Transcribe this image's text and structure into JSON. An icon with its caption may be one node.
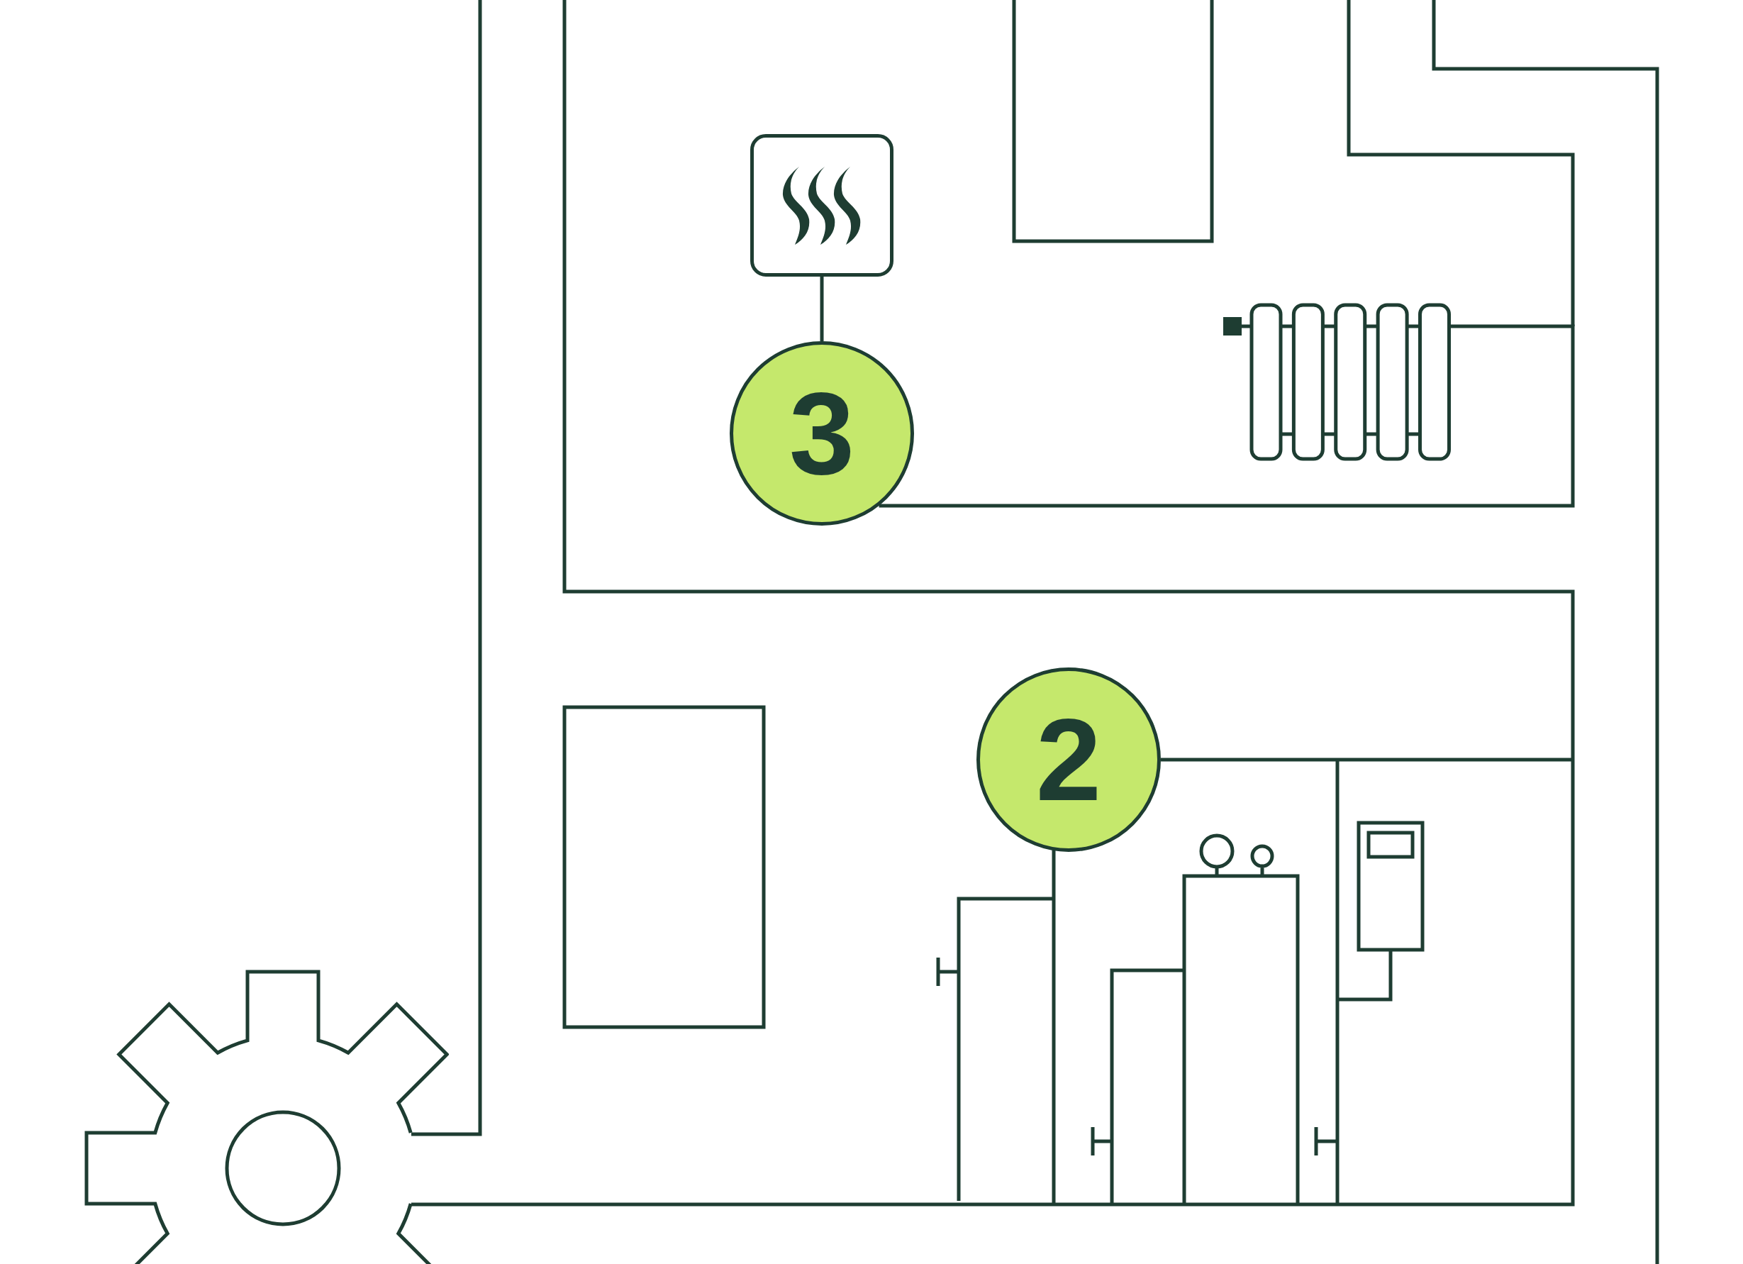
{
  "diagram": {
    "nodes": [
      {
        "text": [],
        "shape": "picture"
      },
      {
        "text": [],
        "shape": "picture"
      },
      {
        "text": [
          "3"
        ]
      },
      {
        "text": [
          "2"
        ]
      }
    ],
    "edges": [
      {
        "from": 0,
        "to": 2,
        "arrow": "none"
      },
      {
        "from": 2,
        "to": 1,
        "arrow": "none"
      }
    ]
  }
}
